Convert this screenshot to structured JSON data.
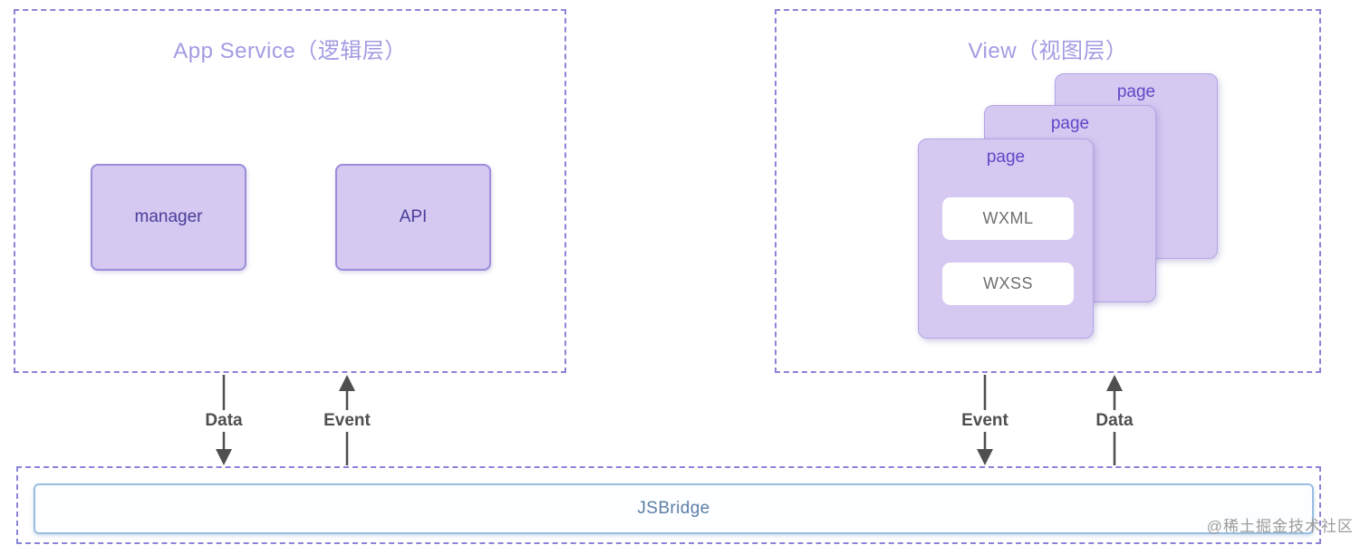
{
  "app_service": {
    "title": "App Service（逻辑层）",
    "manager_label": "manager",
    "api_label": "API"
  },
  "view": {
    "title": "View（视图层）",
    "pages": [
      {
        "label": "page"
      },
      {
        "label": "page"
      },
      {
        "label": "page"
      }
    ],
    "wxml_label": "WXML",
    "wxss_label": "WXSS"
  },
  "arrows": {
    "left_down_label": "Data",
    "left_up_label": "Event",
    "right_down_label": "Event",
    "right_up_label": "Data"
  },
  "jsbridge": {
    "label": "JSBridge"
  },
  "watermark": "@稀土掘金技术社区",
  "colors": {
    "dashed_border": "#8a84d8",
    "layer_title": "#a29ce2",
    "card_fill": "#d5c8f1",
    "card_border": "#9c8dda",
    "card_text": "#4a3d99",
    "page_text": "#5f48c7",
    "inner_box_text": "#6f6f6f",
    "arrow": "#4f4f4f",
    "bridge_border": "#99bee2",
    "bridge_text": "#5b7fa8",
    "watermark_text": "#9b9b9b"
  }
}
